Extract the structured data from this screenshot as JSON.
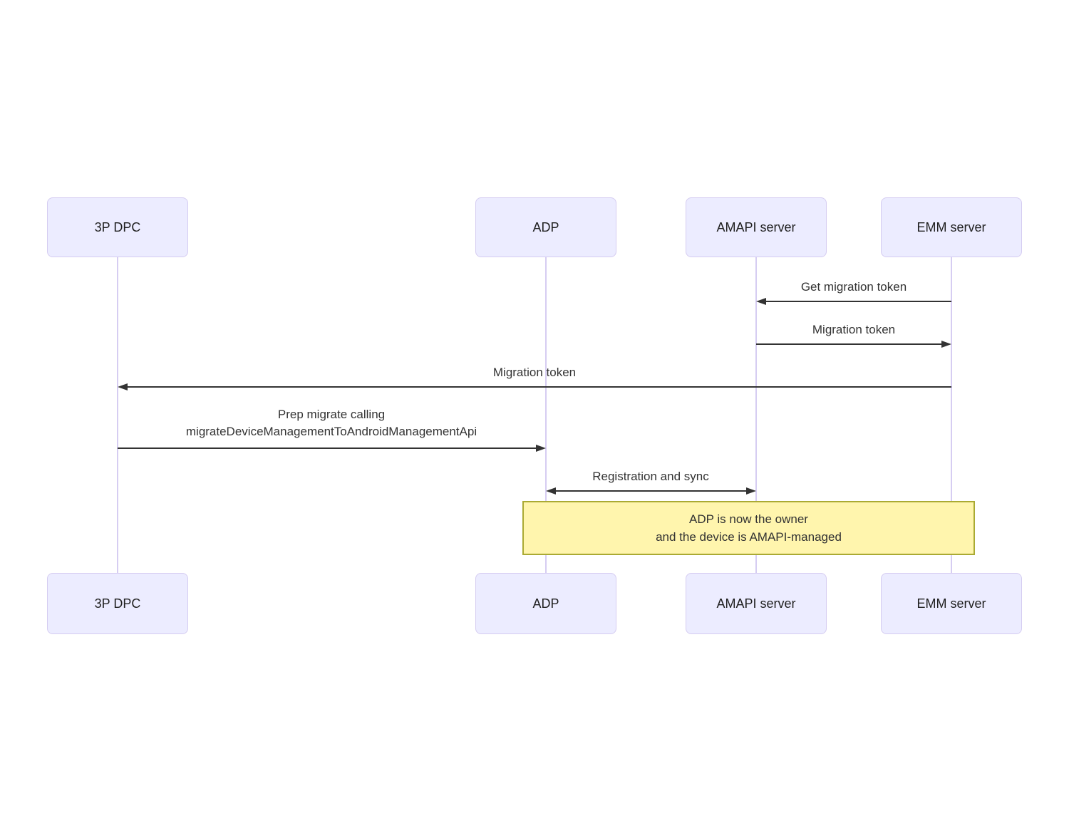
{
  "diagram": {
    "type": "sequence",
    "actors": [
      {
        "label": "3P DPC"
      },
      {
        "label": "ADP"
      },
      {
        "label": "AMAPI server"
      },
      {
        "label": "EMM server"
      }
    ],
    "messages": [
      {
        "from": "EMM server",
        "to": "AMAPI server",
        "arrow": "left",
        "lines": [
          "Get migration token"
        ]
      },
      {
        "from": "AMAPI server",
        "to": "EMM server",
        "arrow": "right",
        "lines": [
          "Migration token"
        ]
      },
      {
        "from": "EMM server",
        "to": "3P DPC",
        "arrow": "left",
        "lines": [
          "Migration token"
        ]
      },
      {
        "from": "3P DPC",
        "to": "ADP",
        "arrow": "right",
        "lines": [
          "Prep migrate calling",
          "migrateDeviceManagementToAndroidManagementApi"
        ]
      },
      {
        "from": "ADP",
        "to": "AMAPI server",
        "arrow": "both",
        "lines": [
          "Registration and sync"
        ]
      }
    ],
    "note": {
      "span": [
        "ADP",
        "EMM server"
      ],
      "lines": [
        "ADP is now the owner",
        "and the device is AMAPI-managed"
      ]
    },
    "colors": {
      "actor_fill": "#ECECFF",
      "actor_border": "#d5ccf1",
      "lifeline": "#d6cdf2",
      "note_fill": "#FFF5AD",
      "note_border": "#AAAA33",
      "message": "#333333"
    }
  }
}
